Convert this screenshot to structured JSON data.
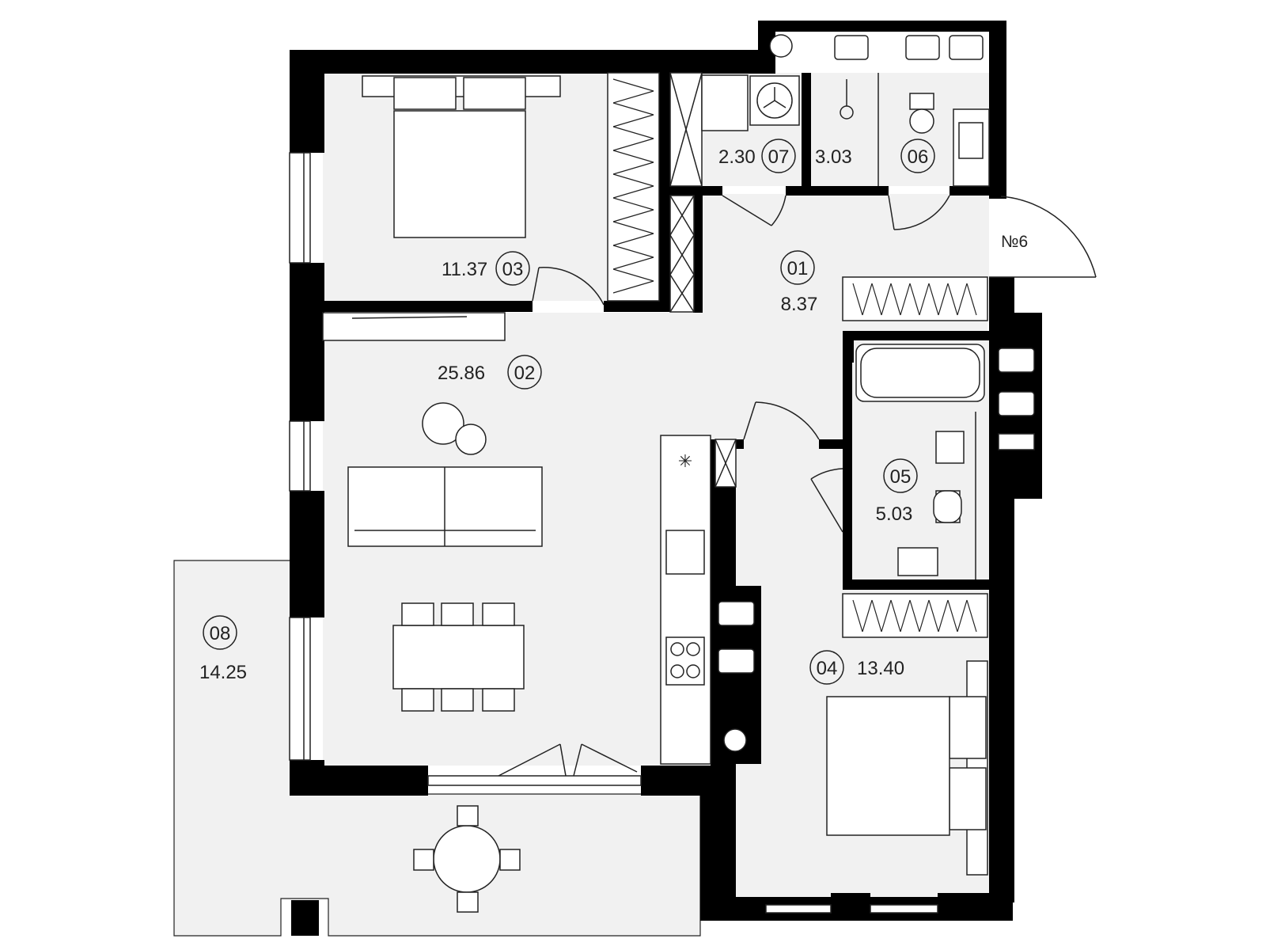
{
  "apartment": {
    "label": "№6"
  },
  "rooms": [
    {
      "id": "01",
      "area": "8.37"
    },
    {
      "id": "02",
      "area": "25.86"
    },
    {
      "id": "03",
      "area": "11.37"
    },
    {
      "id": "04",
      "area": "13.40"
    },
    {
      "id": "05",
      "area": "5.03"
    },
    {
      "id": "06",
      "area": "3.03"
    },
    {
      "id": "07",
      "area": "2.30"
    },
    {
      "id": "08",
      "area": "14.25"
    }
  ],
  "colors": {
    "wall": "#000000",
    "floor": "#f1f1f1",
    "line": "#222222"
  }
}
